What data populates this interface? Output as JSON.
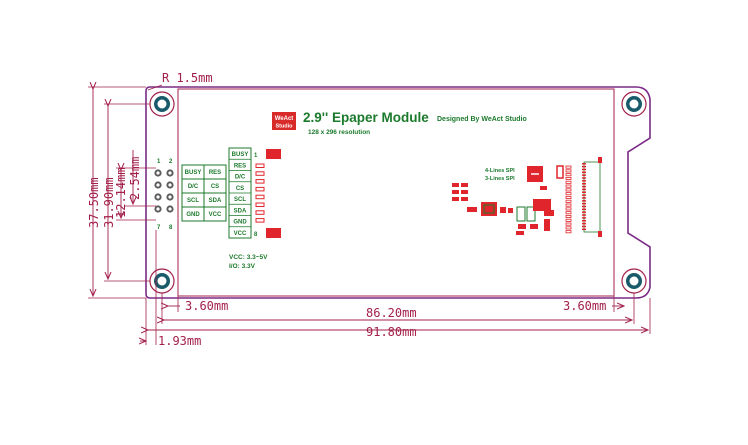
{
  "title": "2.9'' Epaper Module",
  "subtitle": "128 x 296 resolution",
  "designer": "Designed By WeAct Studio",
  "logo": {
    "line1": "WeAct",
    "line2": "Studio"
  },
  "spi_modes": {
    "four_line": "4-Lines SPI",
    "three_line": "3-Lines SPI"
  },
  "power": {
    "vcc": "VCC: 3.3~5V",
    "io": "I/O: 3.3V"
  },
  "header_numbers": {
    "top_left": "1",
    "top_right": "2",
    "bottom_left": "7",
    "bottom_right": "8"
  },
  "header_labels": [
    "BUSY",
    "RES",
    "D/C",
    "CS",
    "SCL",
    "SDA",
    "GND",
    "VCC"
  ],
  "connector_labels": [
    "BUSY",
    "RES",
    "D/C",
    "CS",
    "SCL",
    "SDA",
    "GND",
    "VCC"
  ],
  "connector_numbers": {
    "first": "1",
    "last": "8"
  },
  "dimensions": {
    "corner_radius": "R 1.5mm",
    "height_total": "37.50mm",
    "height_holes": "31.90mm",
    "header_span": "12.14mm",
    "pin_pitch": "2.54mm",
    "hole_offset_left": "3.60mm",
    "hole_offset_right": "3.60mm",
    "hole_spacing": "86.20mm",
    "width_total": "91.80mm",
    "header_offset": "1.93mm"
  },
  "colors": {
    "outline": "#a3204a",
    "board_outline": "#7a2a86",
    "silkscreen": "#1b7a2b",
    "pad": "#e0262c",
    "mount_hole": "#1a5a6a"
  }
}
